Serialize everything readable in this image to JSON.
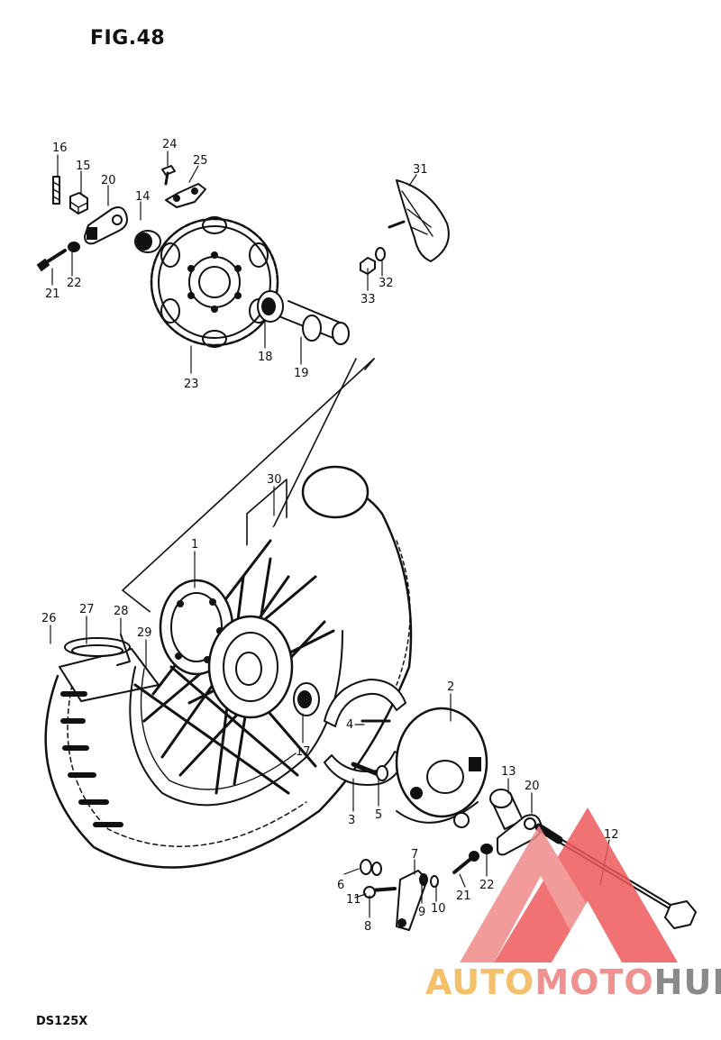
{
  "figure": {
    "title": "FIG.48",
    "model": "DS125X"
  },
  "watermark": {
    "part1": "AUTO",
    "part2": "MOTO",
    "part3": "HUB",
    "icon": "triangle-logo-icon"
  },
  "colors": {
    "ink": "#111111",
    "wm_yellow": "#f5c06a",
    "wm_pink": "#f1918f",
    "wm_gray": "#8a8a8a",
    "wm_red": "#ee5a5a"
  },
  "callouts": [
    {
      "id": "16",
      "label": "16"
    },
    {
      "id": "15",
      "label": "15"
    },
    {
      "id": "20a",
      "label": "20"
    },
    {
      "id": "14",
      "label": "14"
    },
    {
      "id": "24",
      "label": "24"
    },
    {
      "id": "25",
      "label": "25"
    },
    {
      "id": "31",
      "label": "31"
    },
    {
      "id": "21a",
      "label": "21"
    },
    {
      "id": "22a",
      "label": "22"
    },
    {
      "id": "33",
      "label": "33"
    },
    {
      "id": "32",
      "label": "32"
    },
    {
      "id": "18",
      "label": "18"
    },
    {
      "id": "19",
      "label": "19"
    },
    {
      "id": "23",
      "label": "23"
    },
    {
      "id": "30",
      "label": "30"
    },
    {
      "id": "1",
      "label": "1"
    },
    {
      "id": "26",
      "label": "26"
    },
    {
      "id": "27",
      "label": "27"
    },
    {
      "id": "28",
      "label": "28"
    },
    {
      "id": "29",
      "label": "29"
    },
    {
      "id": "2",
      "label": "2"
    },
    {
      "id": "4",
      "label": "4"
    },
    {
      "id": "17",
      "label": "17"
    },
    {
      "id": "13",
      "label": "13"
    },
    {
      "id": "20b",
      "label": "20"
    },
    {
      "id": "12",
      "label": "12"
    },
    {
      "id": "3",
      "label": "3"
    },
    {
      "id": "5",
      "label": "5"
    },
    {
      "id": "7",
      "label": "7"
    },
    {
      "id": "6",
      "label": "6"
    },
    {
      "id": "11",
      "label": "11"
    },
    {
      "id": "9",
      "label": "9"
    },
    {
      "id": "10",
      "label": "10"
    },
    {
      "id": "8",
      "label": "8"
    },
    {
      "id": "21b",
      "label": "21"
    },
    {
      "id": "22b",
      "label": "22"
    }
  ]
}
